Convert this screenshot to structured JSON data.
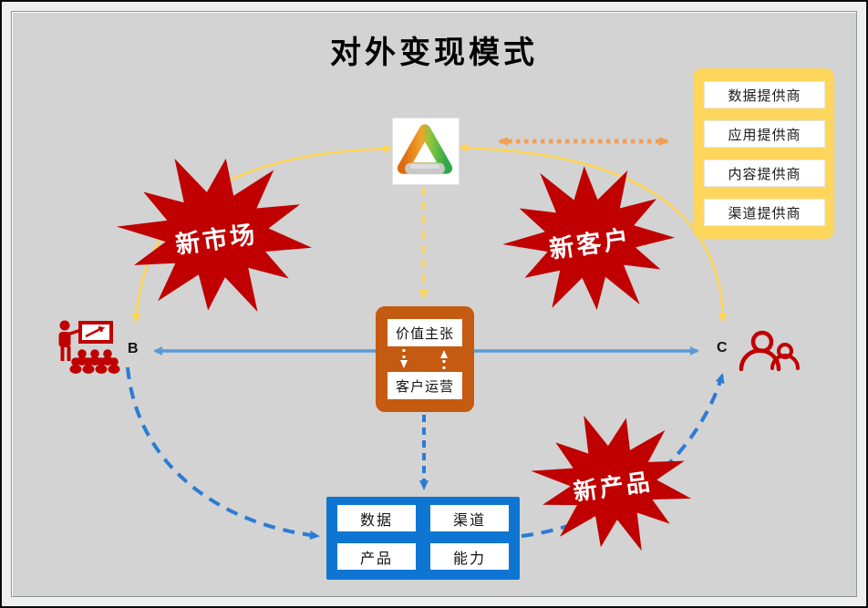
{
  "title": "对外变现模式",
  "providers": {
    "items": [
      {
        "label": "数据提供商"
      },
      {
        "label": "应用提供商"
      },
      {
        "label": "内容提供商"
      },
      {
        "label": "渠道提供商"
      }
    ]
  },
  "bursts": {
    "market": "新市场",
    "customer": "新客户",
    "product": "新产品"
  },
  "value_ops": {
    "value": "价值主张",
    "operation": "客户运营"
  },
  "capabilities": {
    "data": "数据",
    "channel": "渠道",
    "product": "产品",
    "ability": "能力"
  },
  "endpoints": {
    "b": "B",
    "c": "C"
  },
  "icons": {
    "logo": "triangle-ring-logo",
    "left": "presenter-audience-icon",
    "right": "customers-people-icon"
  },
  "colors": {
    "canvas": "#D3D3D3",
    "burst_red": "#C00000",
    "panel_yellow": "#FFD65C",
    "arrow_yellow": "#FFD44F",
    "dot_orange": "#F0A055",
    "center_orange": "#C55A11",
    "box_blue": "#0E76D2",
    "line_blue": "#5B9BD5",
    "dash_blue": "#2B7CD3"
  }
}
